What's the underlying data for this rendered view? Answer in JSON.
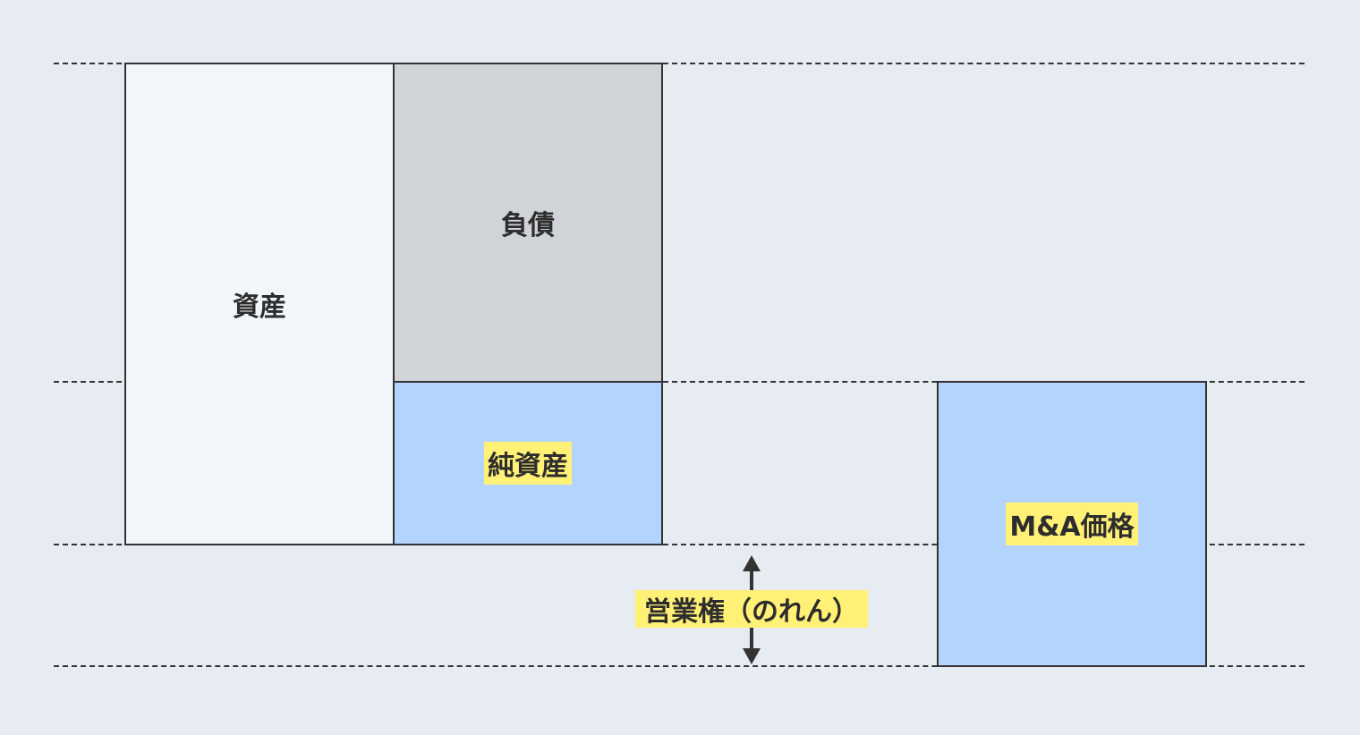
{
  "labels": {
    "assets": "資産",
    "liabilities": "負債",
    "net_assets": "純資産",
    "goodwill": "営業権（のれん）",
    "ma_price": "M&A価格"
  },
  "colors": {
    "background": "#e7ebf2",
    "assets_fill": "#f2f6fa",
    "liabilities_fill": "#d0d3d8",
    "net_assets_fill": "#b3d4fd",
    "ma_price_fill": "#b3d4fd",
    "highlight": "#fff176"
  }
}
